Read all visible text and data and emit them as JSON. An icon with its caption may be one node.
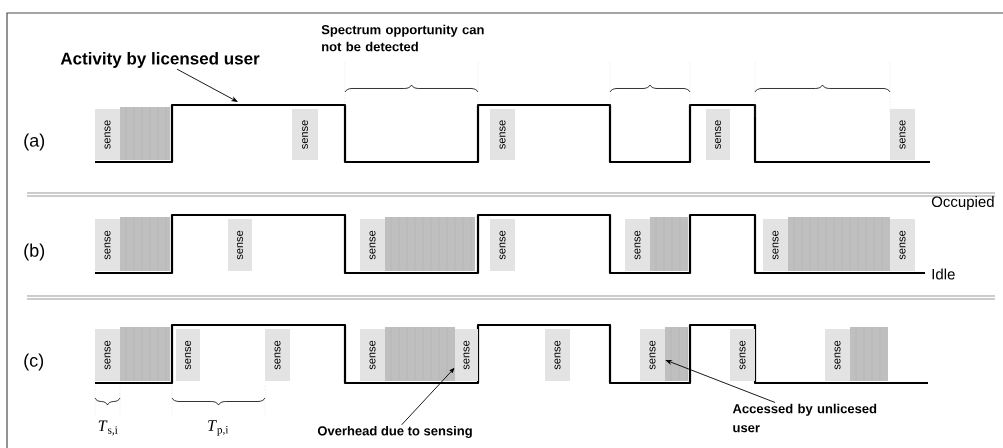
{
  "diagram": {
    "nodes": [
      {
        "text": [
          "Activity by licensed user"
        ]
      },
      {
        "text": [
          "sense"
        ]
      },
      {
        "text": [
          "sense"
        ]
      },
      {
        "text": [
          "sense"
        ]
      },
      {
        "text": [
          "sense"
        ]
      },
      {
        "text": [
          "sense"
        ]
      },
      {
        "text": [
          "sense"
        ]
      },
      {
        "text": [
          "sense"
        ]
      },
      {
        "text": [
          "sense"
        ]
      },
      {
        "text": [
          "sense"
        ]
      },
      {
        "text": [
          "sense"
        ]
      },
      {
        "text": [
          "sense"
        ]
      },
      {
        "text": [
          "sense"
        ]
      },
      {
        "text": [
          "sense"
        ]
      },
      {
        "text": [
          "sense"
        ]
      },
      {
        "text": [
          "sense"
        ]
      },
      {
        "text": [
          "sense"
        ]
      },
      {
        "text": [
          "sense"
        ]
      },
      {
        "text": [
          "sense"
        ]
      },
      {
        "text": [
          "sense"
        ]
      },
      {
        "text": [
          "sense"
        ]
      },
      {
        "text": [
          "sense"
        ]
      },
      {
        "text": [
          "Overhead due to sensing"
        ]
      },
      {
        "text": [
          "Accessed by unlicesed user"
        ]
      }
    ],
    "edges": [
      {
        "from": 0,
        "to": null,
        "arrow": "to"
      },
      {
        "from": 22,
        "to": 17,
        "arrow": "to"
      },
      {
        "from": 23,
        "to": 19,
        "arrow": "to"
      }
    ],
    "labels": [
      "Spectrum opportunity can not be detected",
      "(a)",
      "Occupied",
      "(b)",
      "Idle",
      "(c)",
      "*T*$_{s,i}$",
      "*T*$_{p,i}$"
    ]
  }
}
